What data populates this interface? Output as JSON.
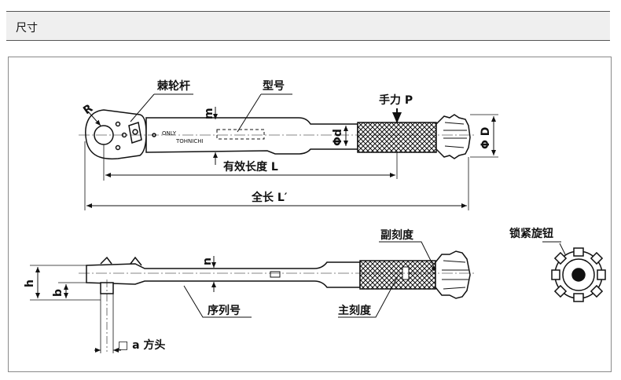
{
  "header": {
    "title": "尺寸"
  },
  "labels": {
    "ratchet": "棘轮杆",
    "model": "型号",
    "hand_force": "手力 P",
    "effective_length": "有效长度 L",
    "total_length": "全长 L′",
    "radius": "R",
    "dim_m": "m",
    "dim_d": "Φd",
    "dim_D": "Φ D",
    "sub_scale": "副刻度",
    "lock_knob": "锁紧旋钮",
    "dim_n": "n",
    "dim_h": "h",
    "dim_b": "b",
    "serial": "序列号",
    "main_scale": "主刻度",
    "square_drive": "□ a  方头"
  },
  "marks": {
    "only": "ONLY",
    "brand": "TOHNICHI"
  }
}
